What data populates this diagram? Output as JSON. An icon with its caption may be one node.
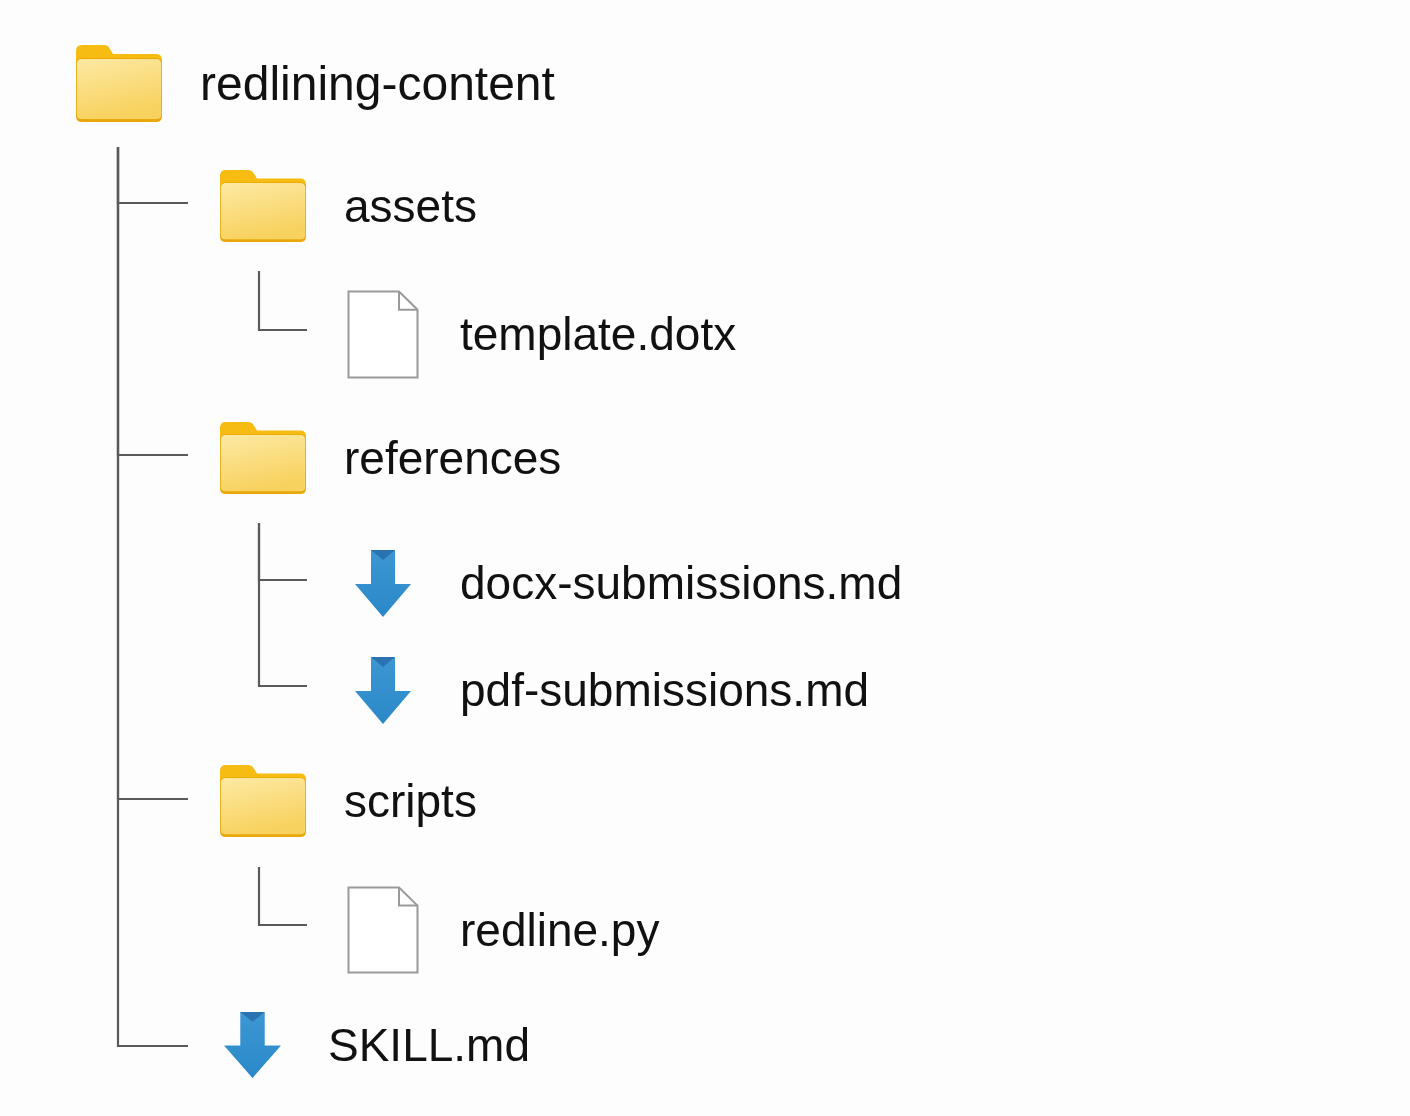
{
  "diagram": {
    "nodes": [
      {
        "text": [
          "redlining-content"
        ]
      },
      {
        "text": [
          "assets"
        ]
      },
      {
        "text": [
          "template.dotx"
        ]
      },
      {
        "text": [
          "references"
        ]
      },
      {
        "text": [
          "docx-submissions.md"
        ]
      },
      {
        "text": [
          "pdf-submissions.md"
        ]
      },
      {
        "text": [
          "scripts"
        ]
      },
      {
        "text": [
          "redline.py"
        ]
      },
      {
        "text": [
          "SKILL.md"
        ]
      }
    ],
    "edges": [
      {
        "from": 0,
        "to": 1,
        "arrow": "none"
      },
      {
        "from": 1,
        "to": 2,
        "arrow": "none"
      },
      {
        "from": 0,
        "to": 3,
        "arrow": "none"
      },
      {
        "from": 3,
        "to": 4,
        "arrow": "none"
      },
      {
        "from": 3,
        "to": 5,
        "arrow": "none"
      },
      {
        "from": 0,
        "to": 6,
        "arrow": "none"
      },
      {
        "from": 6,
        "to": 7,
        "arrow": "none"
      },
      {
        "from": 0,
        "to": 8,
        "arrow": "none"
      }
    ]
  }
}
